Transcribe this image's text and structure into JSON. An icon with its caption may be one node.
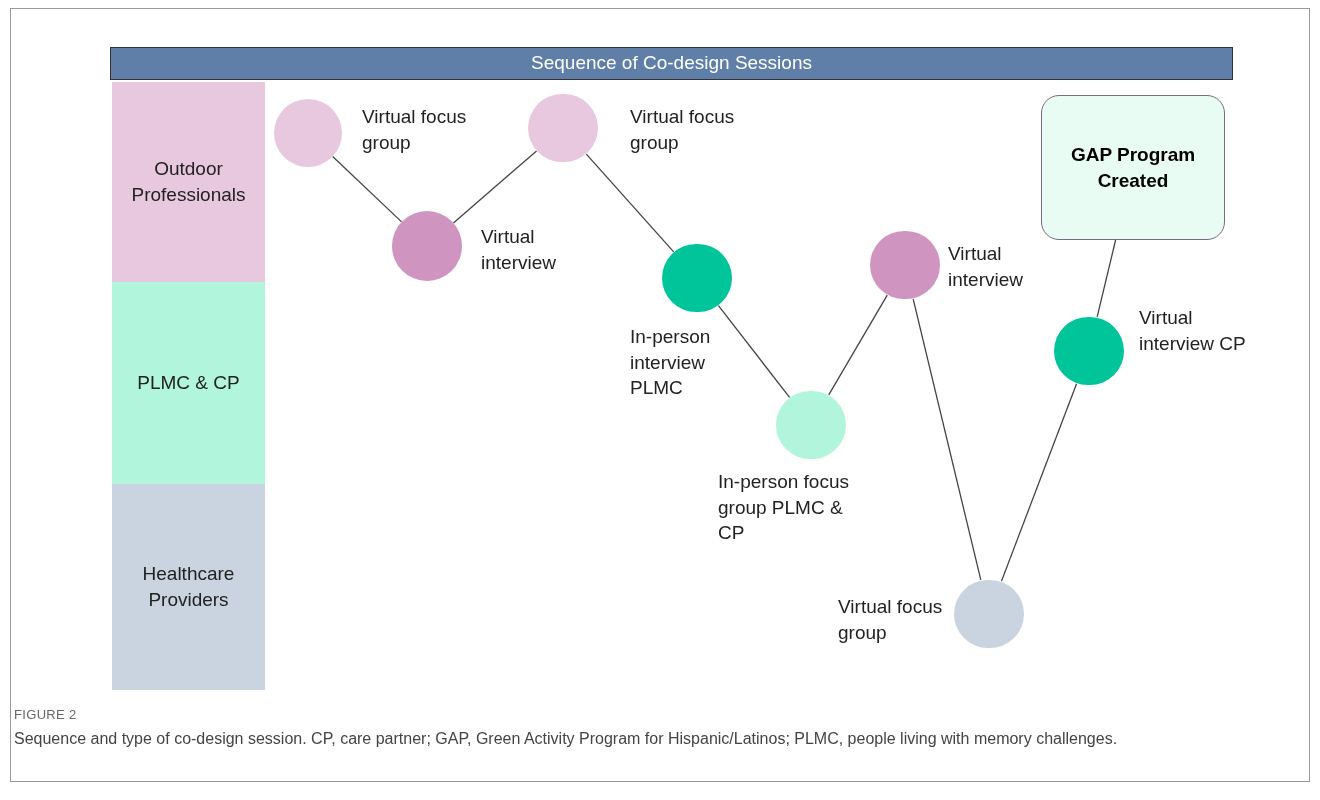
{
  "diagram": {
    "title": "Sequence of Co-design Sessions",
    "caption": "Sequence and type of co-design session. CP, care partner; GAP, Green Activity Program for Hispanic/Latinos; PLMC, people living with memory challenges.",
    "nodes": [
      {
        "text": [
          "Outdoor Professionals"
        ]
      },
      {
        "text": [
          "PLMC & CP"
        ]
      },
      {
        "text": [
          "Healthcare Providers"
        ]
      },
      {
        "text": [],
        "shape": "circle",
        "beside": [
          "Virtual focus group"
        ]
      },
      {
        "text": [],
        "shape": "circle",
        "beside": [
          "Virtual interview"
        ]
      },
      {
        "text": [],
        "shape": "circle",
        "beside": [
          "Virtual focus group"
        ]
      },
      {
        "text": [],
        "shape": "circle",
        "beside": [
          "In-person interview PLMC"
        ]
      },
      {
        "text": [],
        "shape": "circle",
        "beside": [
          "In-person focus group PLMC & CP"
        ]
      },
      {
        "text": [],
        "shape": "circle",
        "beside": [
          "Virtual interview"
        ]
      },
      {
        "text": [],
        "shape": "circle",
        "beside": [
          "Virtual focus group"
        ]
      },
      {
        "text": [],
        "shape": "circle",
        "beside": [
          "Virtual interview CP"
        ]
      },
      {
        "text": [
          "GAP Program Created"
        ]
      }
    ],
    "edges": [
      {
        "from": 3,
        "to": 4,
        "arrow": "none"
      },
      {
        "from": 4,
        "to": 5,
        "arrow": "none"
      },
      {
        "from": 5,
        "to": 6,
        "arrow": "none"
      },
      {
        "from": 6,
        "to": 7,
        "arrow": "none"
      },
      {
        "from": 7,
        "to": 8,
        "arrow": "none"
      },
      {
        "from": 8,
        "to": 9,
        "arrow": "none"
      },
      {
        "from": 9,
        "to": 10,
        "arrow": "none"
      },
      {
        "from": 10,
        "to": 11,
        "arrow": "none"
      }
    ],
    "labels": [
      "FIGURE 2"
    ]
  }
}
